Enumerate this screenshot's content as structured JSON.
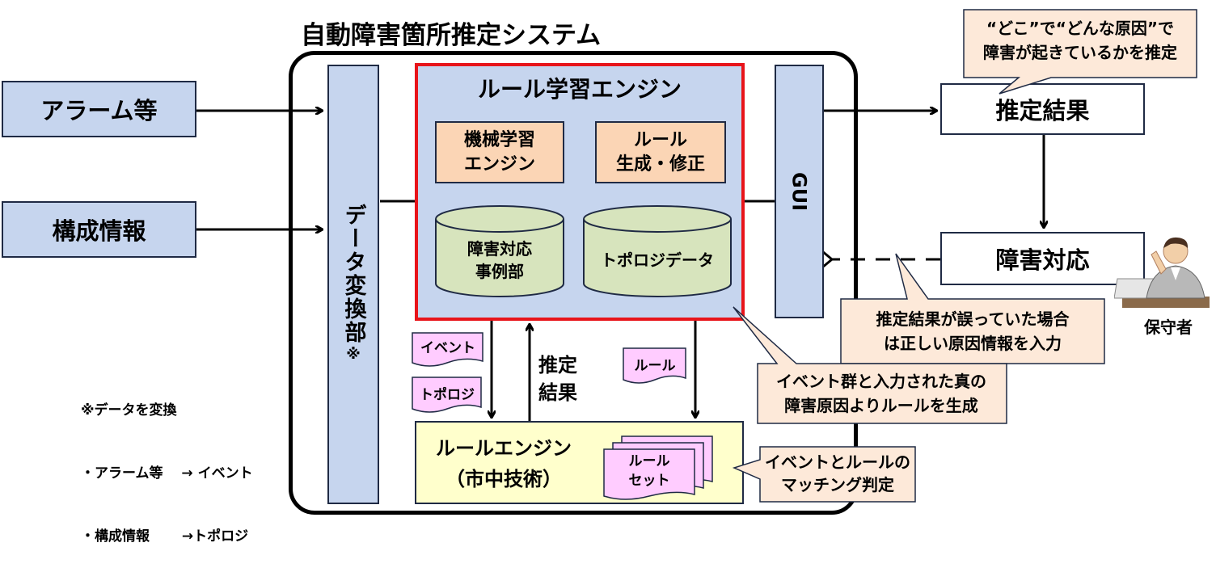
{
  "system_title": "自動障害箇所推定システム",
  "inputs": {
    "alarm": "アラーム等",
    "config": "構成情報"
  },
  "data_converter": {
    "label": "データ変換部",
    "mark": "※"
  },
  "rule_learning_engine": {
    "title": "ルール学習エンジン",
    "ml_engine": [
      "機械学習",
      "エンジン"
    ],
    "rule_gen": [
      "ルール",
      "生成・修正"
    ],
    "db_cases": [
      "障害対応",
      "事例部"
    ],
    "db_topology": "トポロジデータ"
  },
  "gui": {
    "label": "GUI"
  },
  "docs": {
    "event": "イベント",
    "topology": "トポロジ",
    "rule": "ルール"
  },
  "estimate_label": [
    "推定",
    "結果"
  ],
  "rule_engine": {
    "title": "ルールエンジン",
    "subtitle": "（市中技術）",
    "ruleset": [
      "ルール",
      "セット"
    ]
  },
  "outputs": {
    "result": "推定結果",
    "response": "障害対応",
    "maintainer": "保守者"
  },
  "callouts": {
    "where_what": [
      "“どこ”で“どんな原因”で",
      "障害が起きているかを推定"
    ],
    "wrong_result": [
      "推定結果が誤っていた場合",
      "は正しい原因情報を入力"
    ],
    "generate_rule": [
      "イベント群と入力された真の",
      "障害原因よりルールを生成"
    ],
    "matching": [
      "イベントとルールの",
      "マッチング判定"
    ]
  },
  "note": {
    "title": "※データを変換",
    "lines": [
      "・アラーム等　 → イベント",
      "・構成情報　 　→トポロジ"
    ]
  },
  "colors": {
    "blue_fill": "#c6d5ee",
    "peach_fill": "#fbd5b5",
    "green_fill": "#d7e4bd",
    "yellow_fill": "#ffffcc",
    "doc_fill": "#ffccff",
    "engine_border": "#e8141a"
  }
}
